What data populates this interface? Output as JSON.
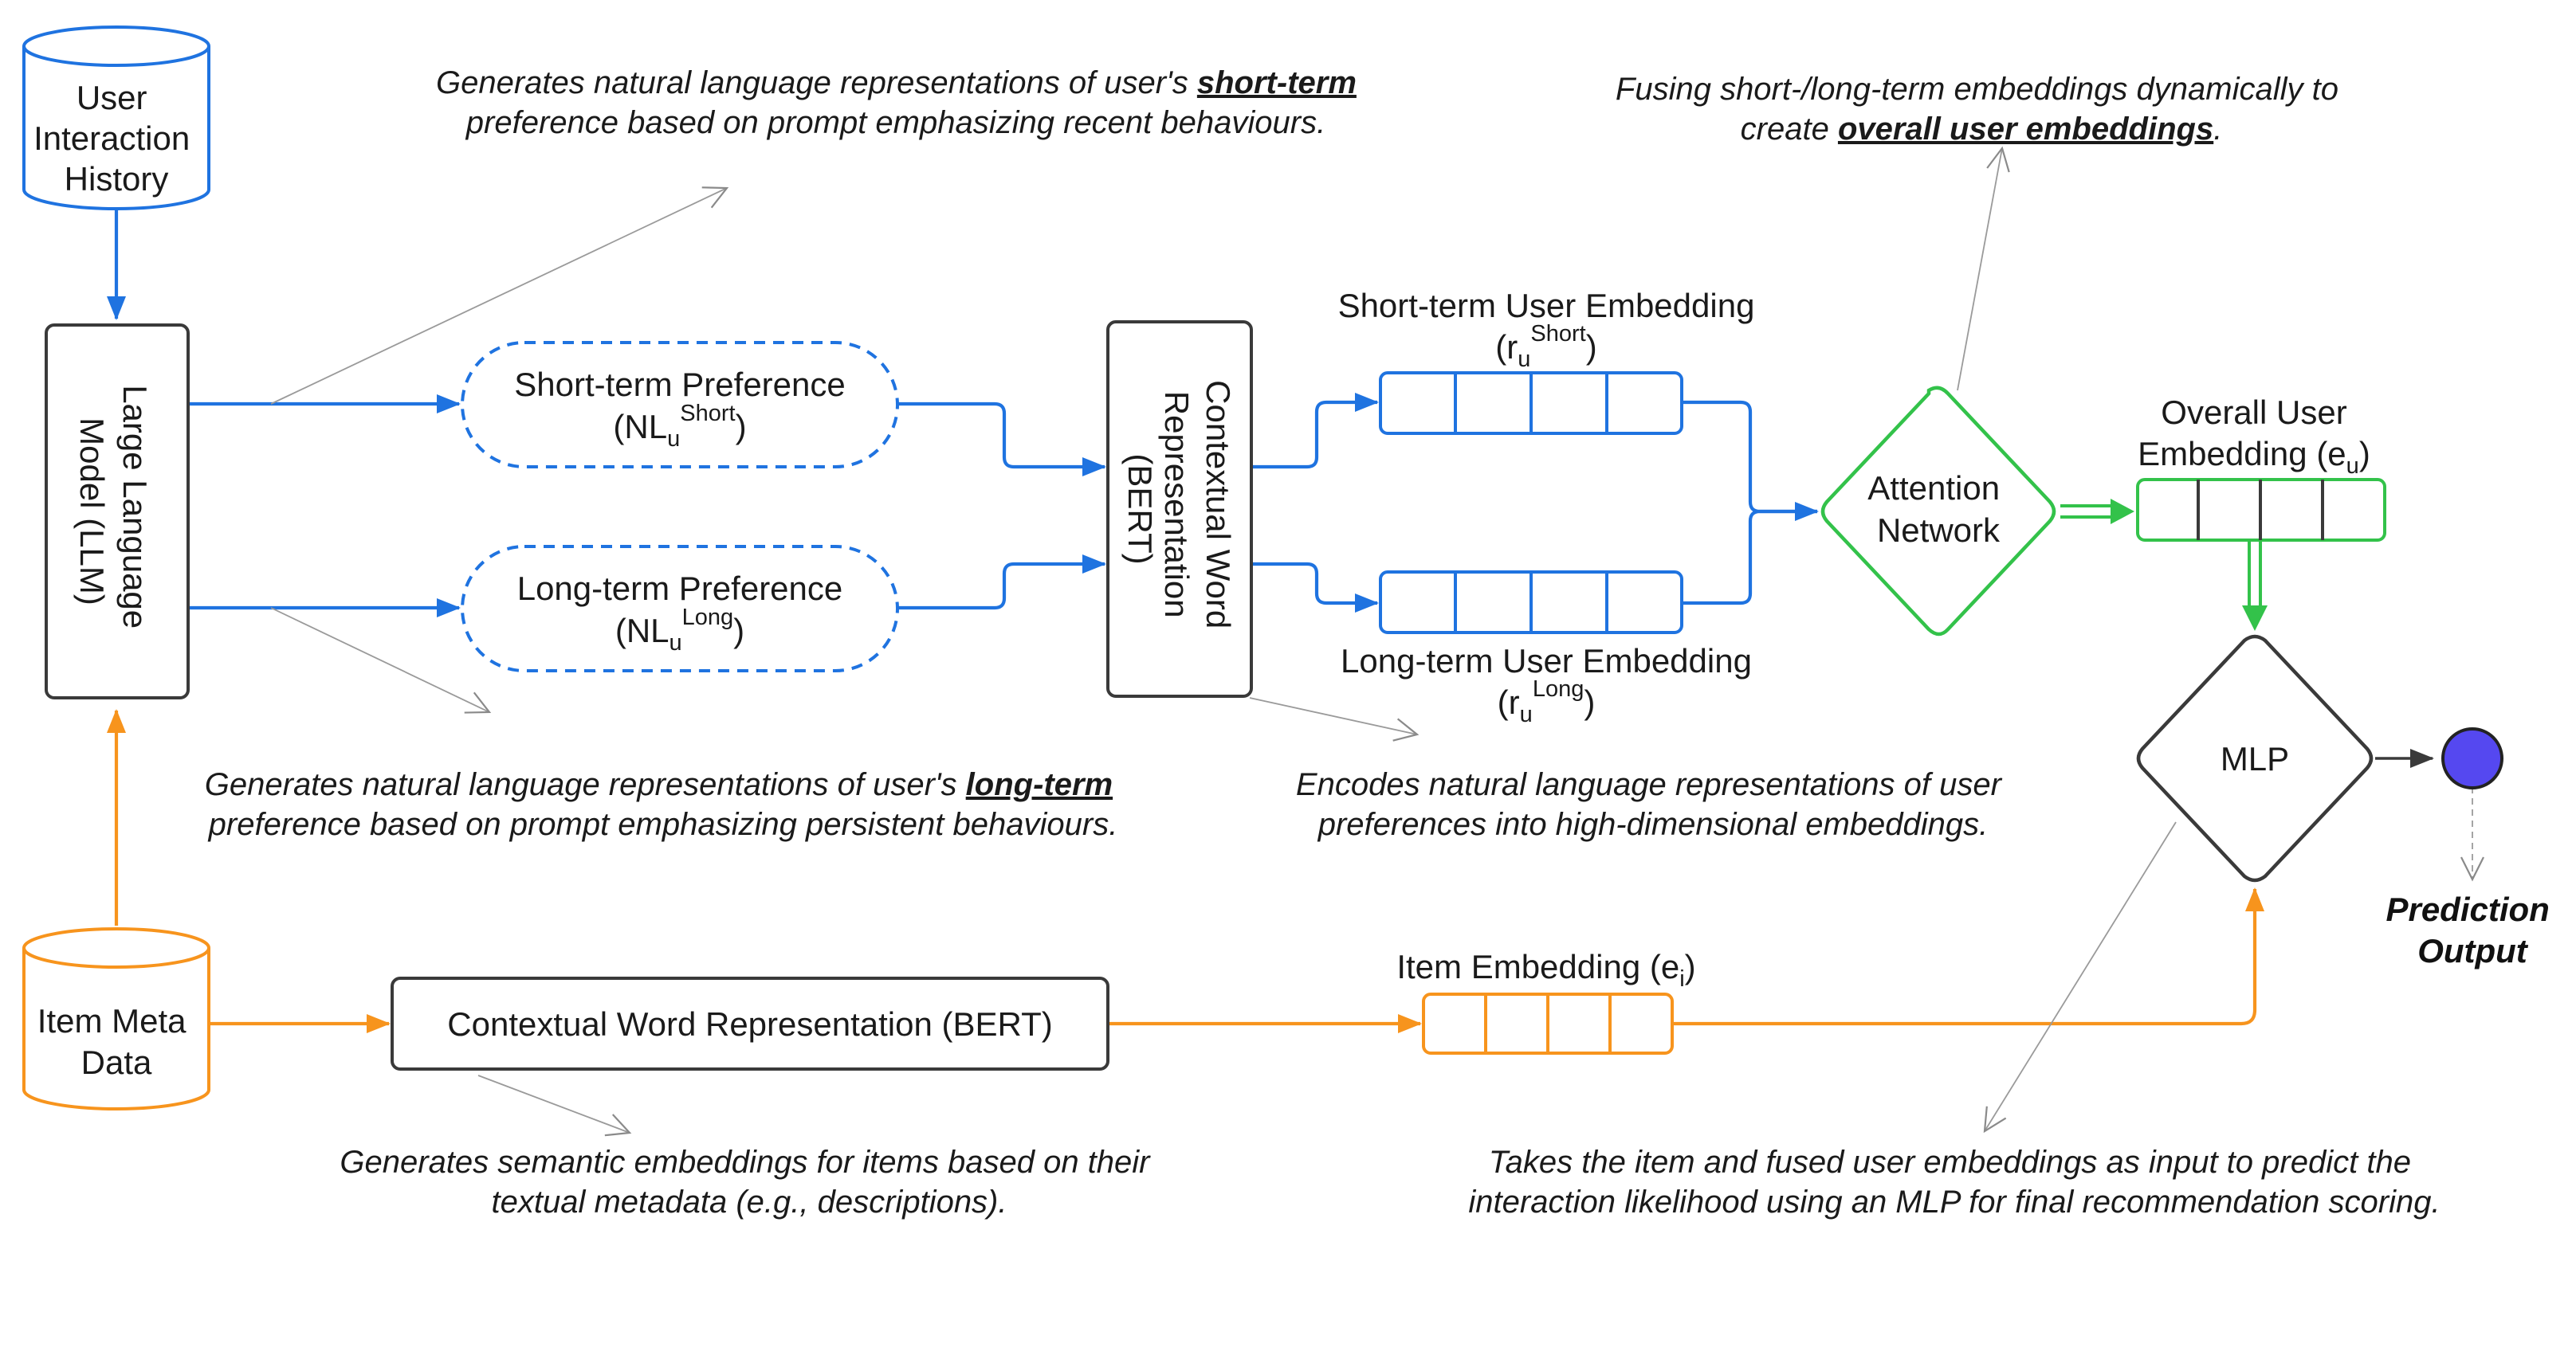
{
  "colors": {
    "blue": "#1f73e0",
    "orange": "#f7941d",
    "green": "#33c24a",
    "dark": "#3a3a3a",
    "prediction_node": "#5548f0"
  },
  "user_db": {
    "line1": "User",
    "line2": "Interaction",
    "line3": "History"
  },
  "item_db": {
    "line1": "Item Meta",
    "line2": "Data"
  },
  "llm": {
    "line1": "Large Language",
    "line2": "Model (LLM)"
  },
  "short_pref": {
    "line1": "Short-term Preference",
    "nl_base": "NL",
    "nl_sub": "u",
    "nl_sup": "Short"
  },
  "long_pref": {
    "line1": "Long-term Preference",
    "nl_base": "NL",
    "nl_sub": "u",
    "nl_sup": "Long"
  },
  "bert_vertical": {
    "line1": "Contextual Word",
    "line2": "Representation",
    "line3": "(BERT)"
  },
  "bert_item": {
    "label": "Contextual Word Representation (BERT)"
  },
  "short_emb": {
    "title": "Short-term User Embedding",
    "sym_base": "r",
    "sym_sub": "u",
    "sym_sup": "Short"
  },
  "long_emb": {
    "title": "Long-term User Embedding",
    "sym_base": "r",
    "sym_sub": "u",
    "sym_sup": "Long"
  },
  "attention": {
    "line1": "Attention",
    "line2": "Network"
  },
  "overall_emb": {
    "line1": "Overall User",
    "line2_prefix": "Embedding (e",
    "line2_sub": "u",
    "line2_suffix": ")"
  },
  "item_emb": {
    "prefix": "Item Embedding (e",
    "sub": "i",
    "suffix": ")"
  },
  "mlp": {
    "label": "MLP"
  },
  "prediction": {
    "line1": "Prediction",
    "line2": "Output"
  },
  "annotations": {
    "short_term": {
      "line1_pre": "Generates natural language representations of user's ",
      "line1_bold": "short-term",
      "line2": "preference based on prompt emphasizing  recent behaviours."
    },
    "long_term": {
      "line1_pre": "Generates natural language representations of user's ",
      "line1_bold": "long-term",
      "line2": "preference based on prompt emphasizing persistent behaviours."
    },
    "fusing": {
      "line1": "Fusing short-/long-term embeddings dynamically to",
      "line2_pre": "create ",
      "line2_bold": "overall user embeddings",
      "line2_post": "."
    },
    "encodes": {
      "line1": "Encodes natural language representations of user",
      "line2": "preferences into high-dimensional embeddings."
    },
    "semantic": {
      "line1": "Generates semantic embeddings for items based on their",
      "line2": "textual metadata (e.g., descriptions)."
    },
    "takes": {
      "line1": "Takes the item and fused user embeddings as input to predict the",
      "line2": "interaction likelihood using an MLP for final recommendation scoring."
    }
  }
}
